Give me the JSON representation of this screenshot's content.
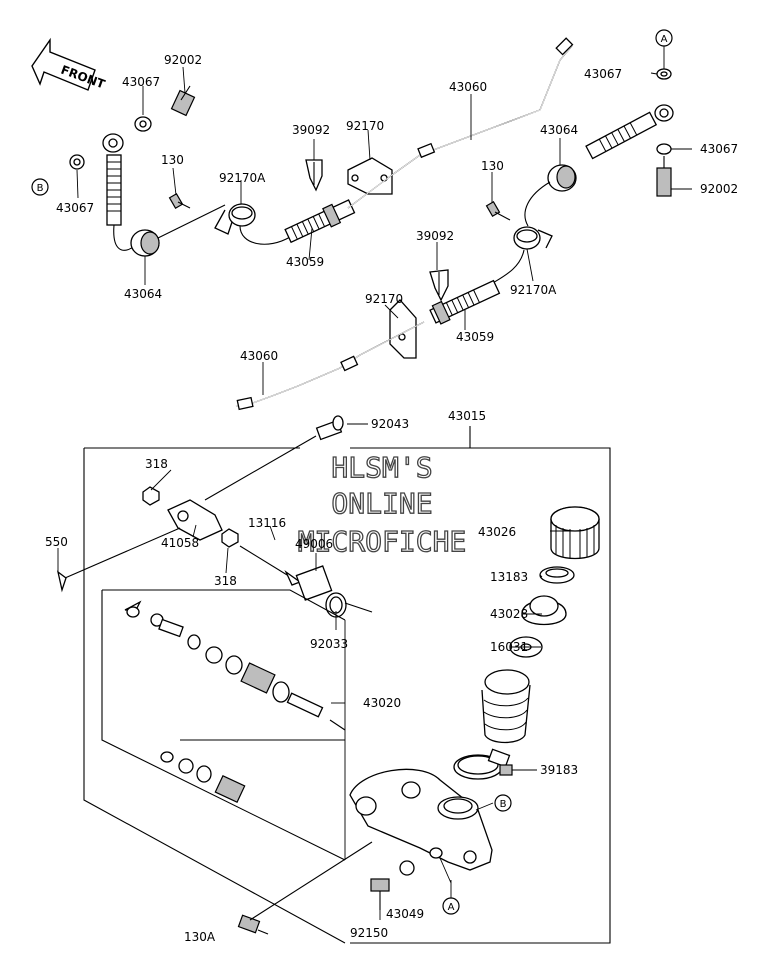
{
  "front_arrow": {
    "text": "FRONT"
  },
  "watermark": {
    "line1": "HLSM'S",
    "line2": "ONLINE",
    "line3": "MICROFICHE"
  },
  "callouts": {
    "a": "A",
    "b": "B"
  },
  "labels": {
    "p92002_top": "92002",
    "p43067_left_top": "43067",
    "p43067_left_bottom": "43067",
    "p43064_left": "43064",
    "p130_left": "130",
    "p92170a_left": "92170A",
    "p39092_top": "39092",
    "p92170_top": "92170",
    "p43059_top": "43059",
    "p43060_top": "43060",
    "p43064_right": "43064",
    "p130_right": "130",
    "p43067_right_top": "43067",
    "p43067_right_mid": "43067",
    "p92002_right": "92002",
    "p39092_mid": "39092",
    "p92170a_right": "92170A",
    "p92170_mid": "92170",
    "p43059_mid": "43059",
    "p43060_bottom": "43060",
    "p92043": "92043",
    "p43015": "43015",
    "p318_top": "318",
    "p550": "550",
    "p41058": "41058",
    "p318_bottom": "318",
    "p13116": "13116",
    "p49006": "49006",
    "p92033": "92033",
    "p43026": "43026",
    "p13183": "13183",
    "p43028": "43028",
    "p16031": "16031",
    "p43020": "43020",
    "p39183": "39183",
    "p43049": "43049",
    "p92150": "92150",
    "p130a": "130A"
  }
}
